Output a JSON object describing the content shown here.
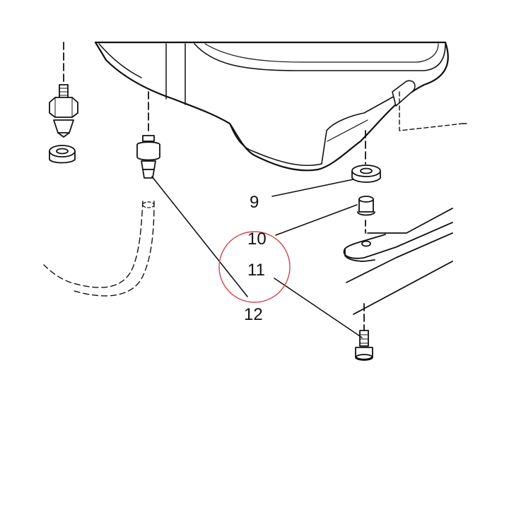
{
  "diagram": {
    "callouts": [
      {
        "id": "9",
        "label": "9"
      },
      {
        "id": "10",
        "label": "10"
      },
      {
        "id": "11",
        "label": "11"
      },
      {
        "id": "12",
        "label": "12"
      }
    ],
    "highlight_color": "#d9414f",
    "line_color": "#111111"
  }
}
